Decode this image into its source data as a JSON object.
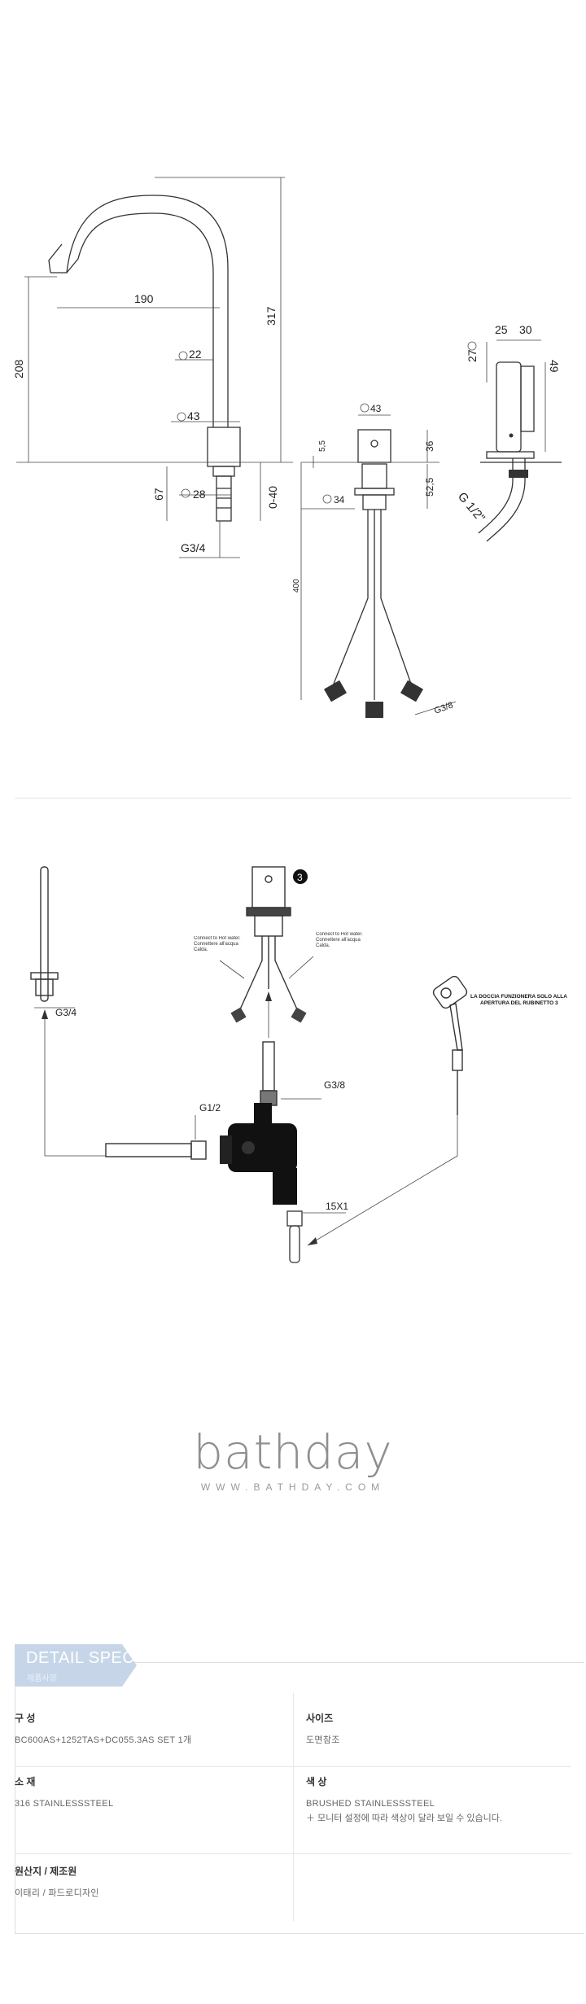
{
  "drawing1": {
    "dim_190": "190",
    "dim_317": "317",
    "dim_208": "208",
    "dim_22": "22",
    "dim_43": "43",
    "dim_67": "67",
    "dim_28": "28",
    "dim_0_40": "0-40",
    "thread_g34": "G3/4",
    "mixer_43": "43",
    "mixer_5_5": "5,5",
    "mixer_36": "36",
    "mixer_52_5": "52,5",
    "mixer_34": "34",
    "mixer_400": "400",
    "mixer_g38": "G3/8",
    "shower_25": "25",
    "shower_30": "30",
    "shower_27": "27",
    "shower_49": "49",
    "shower_g12": "G 1/2\""
  },
  "drawing2": {
    "spout_thread": "G3/4",
    "badge_number": "3",
    "connect_hot": "Connect to Hot water. Connettere all'acqua Calda.",
    "connect_cold": "Connect to Hot water. Connettere all'acqua Calda.",
    "label_g38": "G3/8",
    "label_g12": "G1/2",
    "label_15x1": "15X1",
    "shower_note_line1": "LA DOCCIA FUNZIONERA SOLO ALLA",
    "shower_note_line2": "APERTURA DEL RUBINETTO 3"
  },
  "brand": {
    "logo": "bathday",
    "url": "WWW.BATHDAY.COM"
  },
  "spec": {
    "tab_title": "DETAIL SPEC",
    "tab_subtitle": "제품사양",
    "accent_color": "#c6d6e8",
    "rows": [
      {
        "left_label": "구 성",
        "left_value": "BC600AS+1252TAS+DC055.3AS SET 1개",
        "right_label": "사이즈",
        "right_value": "도면참조"
      },
      {
        "left_label": "소 재",
        "left_value": "316 STAINLESSSTEEL",
        "right_label": "색 상",
        "right_value": "BRUSHED STAINLESSSTEEL",
        "right_note": "＋ 모니터 설정에 따라 색상이 달라 보일 수 있습니다."
      },
      {
        "left_label": "원산지 / 제조원",
        "left_value": "이태리 / 파드로디자인"
      }
    ]
  }
}
